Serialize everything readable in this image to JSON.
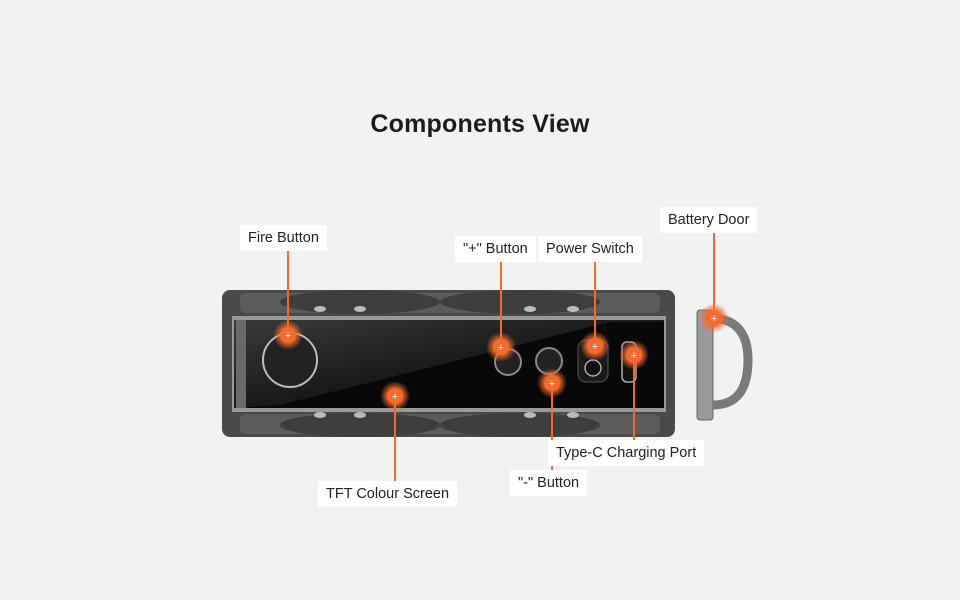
{
  "title": "Components View",
  "labels": {
    "fire_button": "Fire Button",
    "plus_button": "\"+\" Button",
    "power_switch": "Power Switch",
    "battery_door": "Battery Door",
    "type_c_port": "Type-C Charging Port",
    "minus_button": "\"-\" Button",
    "tft_screen": "TFT Colour Screen"
  },
  "colors": {
    "accent": "#f26a2e",
    "background": "#f2f2f2"
  }
}
